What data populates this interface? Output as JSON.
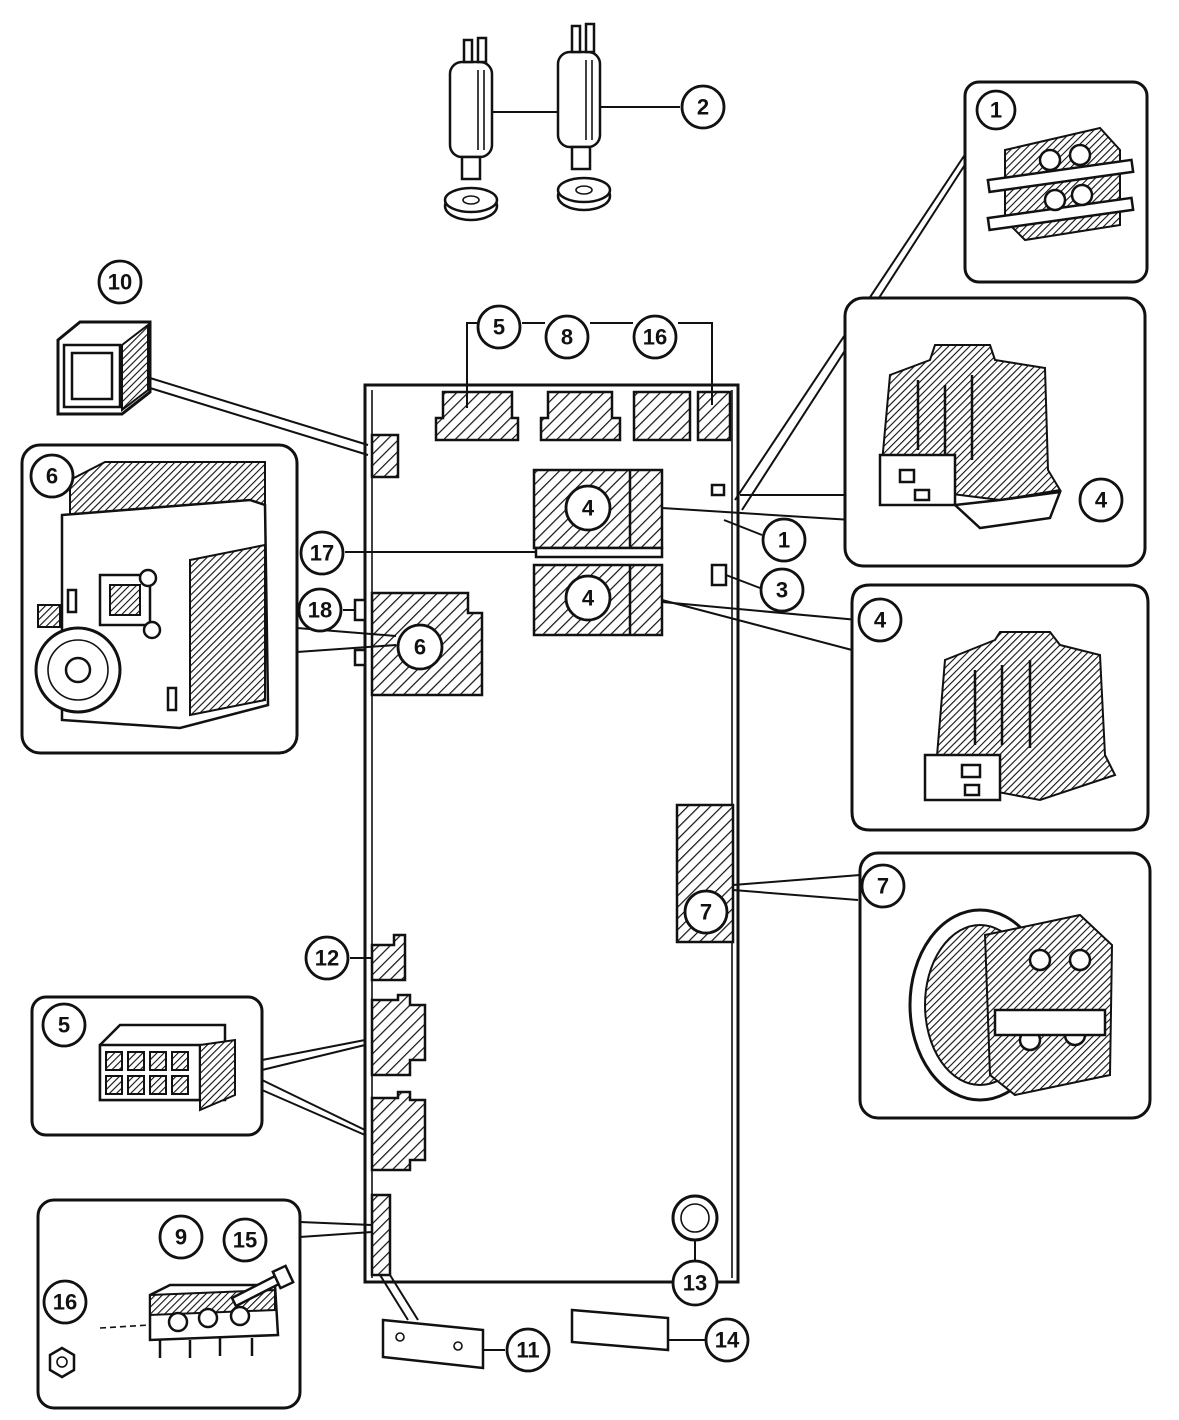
{
  "callouts": {
    "c1_inset": "1",
    "c2": "2",
    "c10": "10",
    "c5_top": "5",
    "c8": "8",
    "c16_top": "16",
    "c4_on_board_a": "4",
    "c4_on_board_b": "4",
    "c4_inset_a": "4",
    "c4_inset_b": "4",
    "c1_board": "1",
    "c3": "3",
    "c17": "17",
    "c18": "18",
    "c6_board": "6",
    "c6_inset": "6",
    "c7_board": "7",
    "c7_inset": "7",
    "c12": "12",
    "c5_inset": "5",
    "c9": "9",
    "c15": "15",
    "c16_inset": "16",
    "c13": "13",
    "c11": "11",
    "c14": "14"
  }
}
